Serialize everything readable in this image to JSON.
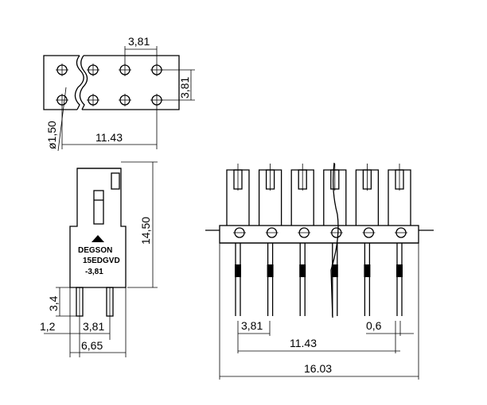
{
  "drawing": {
    "top_view": {
      "pitch_top": "3,81",
      "pitch_right": "3,81",
      "hole_dia": "ø1,50",
      "width": "11.43"
    },
    "side_view": {
      "height": "14,50",
      "pin_len": "3,4",
      "offset_left": "1,2",
      "pitch": "3,81",
      "width": "6,65",
      "brand": "DEGSON",
      "model": "15EDGVD",
      "pitch_mark": "-3,81"
    },
    "front_view": {
      "pitch": "3,81",
      "pin_width": "0,6",
      "span": "11.43",
      "total": "16.03",
      "pin_count": 6
    }
  }
}
